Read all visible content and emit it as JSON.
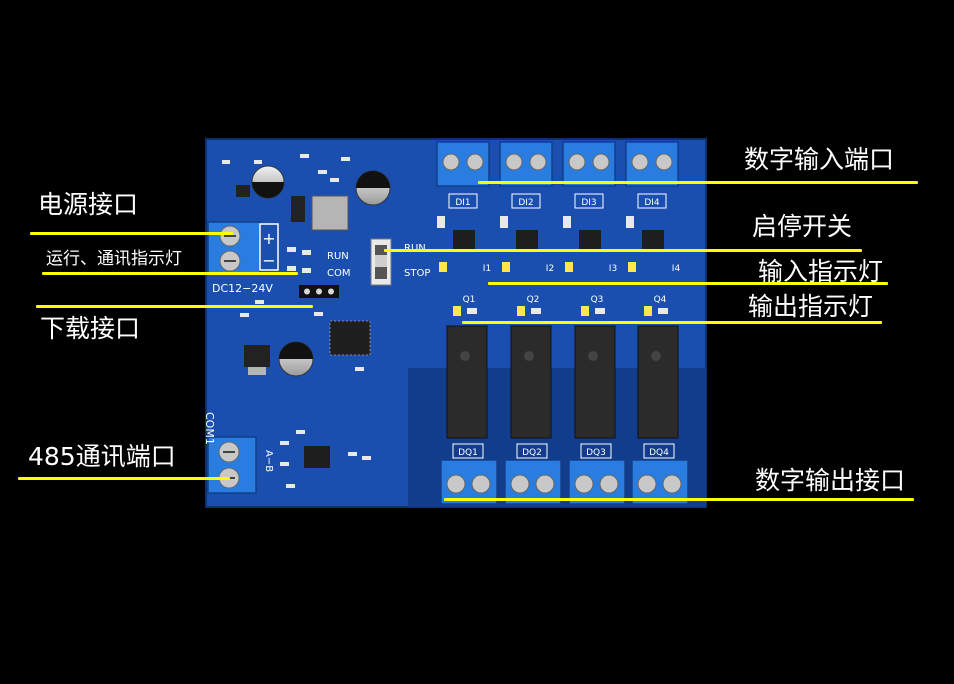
{
  "colors": {
    "background": "#000000",
    "board": "#1a4fb0",
    "board_dark": "#123c8c",
    "leader": "#ffff00",
    "callout_text": "#ffffff",
    "terminal_blue": "#1f6fd6",
    "relay": "#2b2b2b",
    "silkscreen": "#ffffff"
  },
  "callouts": {
    "power": "电源接口",
    "run_comm_led": "运行、通讯指示灯",
    "download": "下载接口",
    "rs485": "485通讯端口",
    "digital_input": "数字输入端口",
    "start_stop": "启停开关",
    "input_led": "输入指示灯",
    "output_led": "输出指示灯",
    "digital_output": "数字输出接口"
  },
  "board": {
    "power_plus": "+",
    "power_minus": "−",
    "power_rating": "DC12−24V",
    "run": "RUN",
    "com": "COM",
    "stop": "STOP",
    "com1": "COM1",
    "ab": "A−B",
    "di": [
      "DI1",
      "DI2",
      "DI3",
      "DI4"
    ],
    "i": [
      "I1",
      "I2",
      "I3",
      "I4"
    ],
    "q": [
      "Q1",
      "Q2",
      "Q3",
      "Q4"
    ],
    "dq": [
      "DQ1",
      "DQ2",
      "DQ3",
      "DQ4"
    ]
  }
}
